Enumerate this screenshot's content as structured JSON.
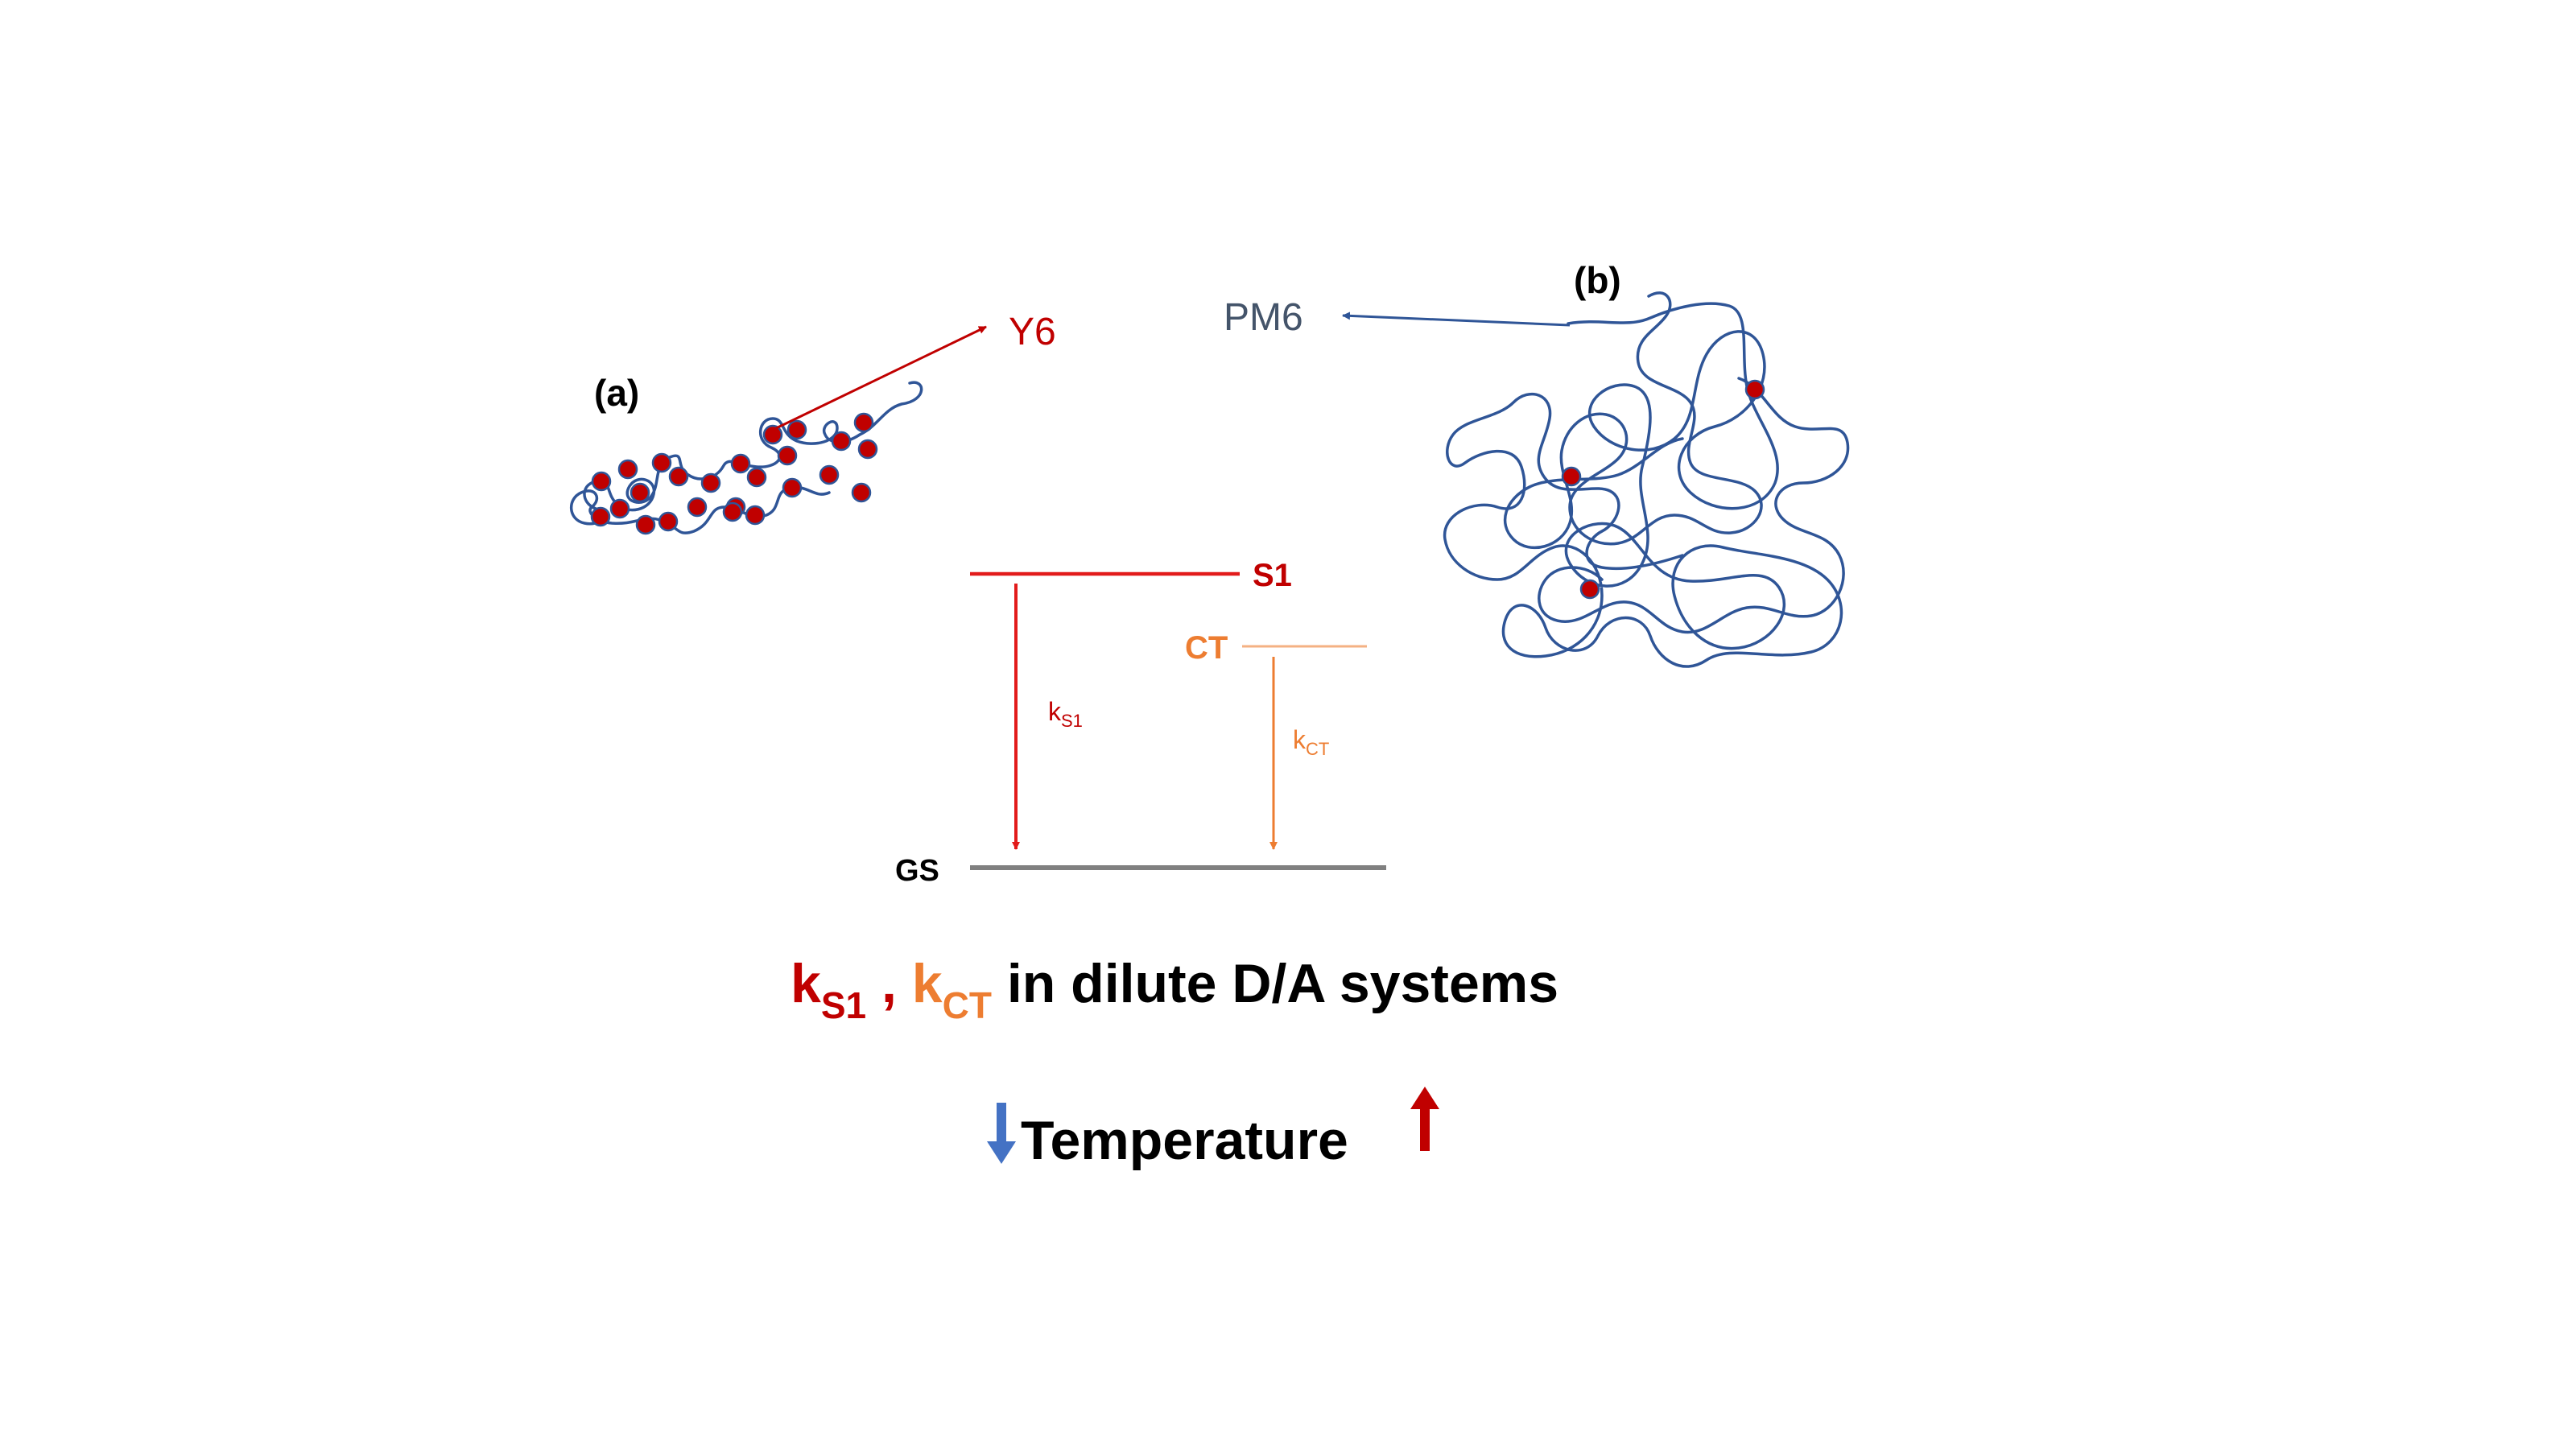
{
  "labels": {
    "panel_a": "(a)",
    "panel_b": "(b)",
    "y6": "Y6",
    "pm6": "PM6"
  },
  "levels": {
    "s1": "S1",
    "ct": "CT",
    "gs": "GS"
  },
  "rates": {
    "k_s1": {
      "base": "k",
      "sub": "S1"
    },
    "k_ct": {
      "base": "k",
      "sub": "CT"
    }
  },
  "caption": {
    "k_s1": {
      "base": "k",
      "sub": "S1"
    },
    "comma": " , ",
    "k_ct": {
      "base": "k",
      "sub": "CT"
    },
    "rest": " in dilute D/A systems"
  },
  "temperature": {
    "text": "Temperature",
    "down_arrow": "arrow-down-icon",
    "up_arrow": "arrow-up-icon"
  },
  "colors": {
    "dark_red": "#C00000",
    "red": "#E21B1B",
    "orange": "#ED7D31",
    "navy": "#2F5597",
    "gray": "#808080",
    "slate": "#44546A",
    "blue": "#4472C4"
  }
}
